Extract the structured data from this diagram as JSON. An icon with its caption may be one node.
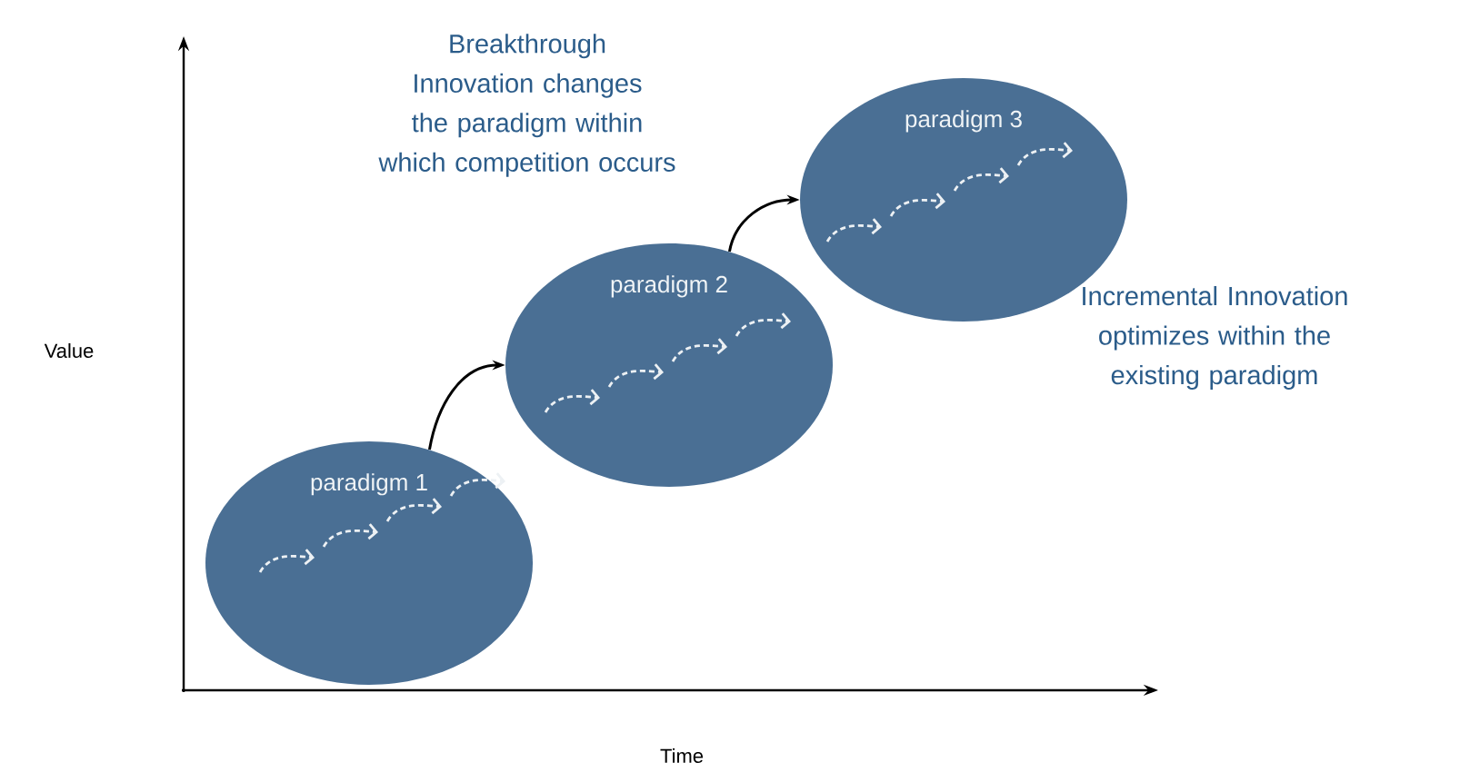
{
  "diagram": {
    "nodes": [
      {
        "text": [
          "paradigm 1"
        ]
      },
      {
        "text": [
          "paradigm 2"
        ]
      },
      {
        "text": [
          "paradigm 3"
        ]
      }
    ],
    "edges": [
      {
        "from": 0,
        "to": 1,
        "arrow": "to"
      },
      {
        "from": 1,
        "to": 2,
        "arrow": "to"
      }
    ],
    "labels": [
      "Breakthrough Innovation changes the paradigm within which competition occurs",
      "Incremental Innovation optimizes within the existing paradigm",
      "Value",
      "Time"
    ]
  }
}
